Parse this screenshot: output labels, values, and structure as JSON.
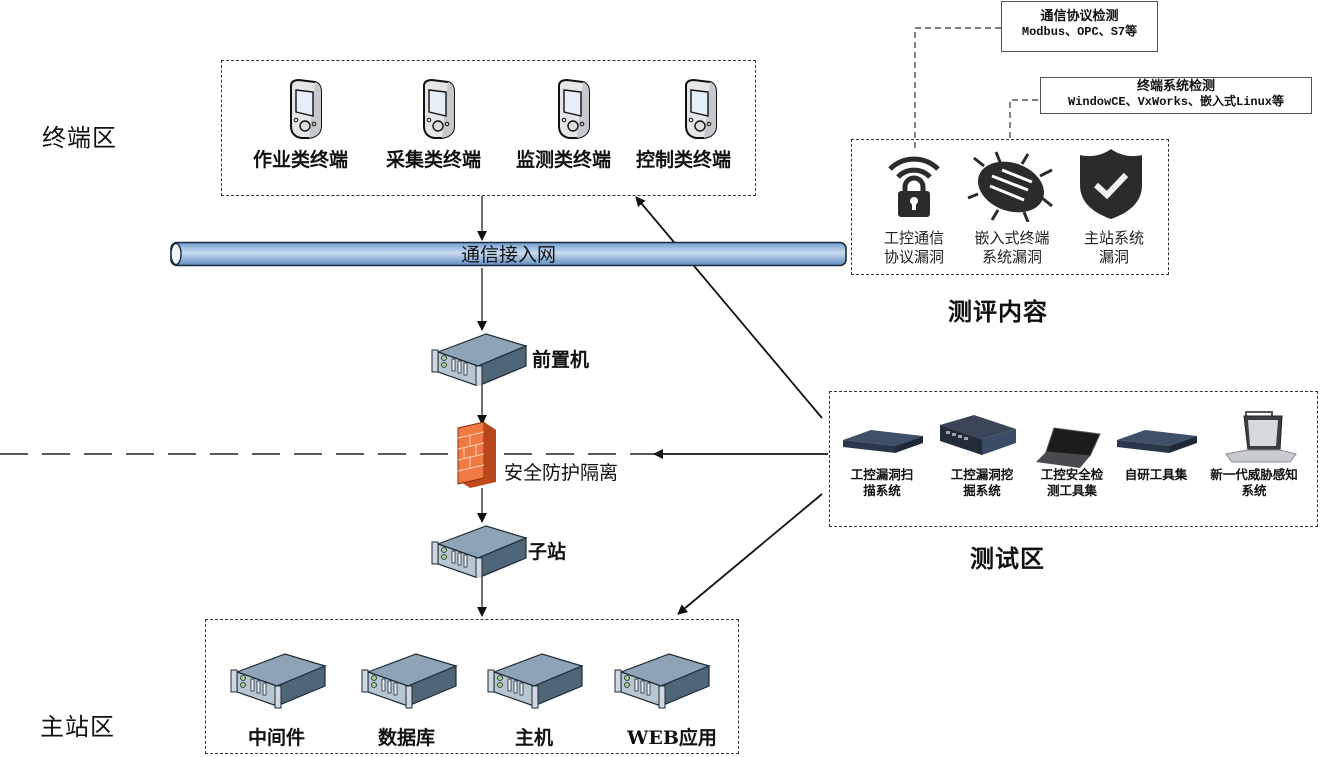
{
  "zones": {
    "terminal": "终端区",
    "master": "主站区",
    "eval": "测评内容",
    "test": "测试区"
  },
  "terminals": [
    {
      "label": "作业类终端",
      "icon": "handheld-terminal-icon"
    },
    {
      "label": "采集类终端",
      "icon": "handheld-terminal-icon"
    },
    {
      "label": "监测类终端",
      "icon": "handheld-terminal-icon"
    },
    {
      "label": "控制类终端",
      "icon": "handheld-terminal-icon"
    }
  ],
  "network": {
    "label": "通信接入网"
  },
  "chain": {
    "front": "前置机",
    "firewall": "安全防护隔离",
    "substation": "子站"
  },
  "master_servers": [
    {
      "label": "中间件"
    },
    {
      "label": "数据库"
    },
    {
      "label": "主机"
    },
    {
      "label": "WEB应用"
    }
  ],
  "eval_items": [
    {
      "line1": "工控通信",
      "line2": "协议漏洞",
      "icon": "wifi-lock-icon"
    },
    {
      "line1": "嵌入式终端",
      "line2": "系统漏洞",
      "icon": "bug-icon"
    },
    {
      "line1": "主站系统",
      "line2": "漏洞",
      "icon": "shield-check-icon"
    }
  ],
  "callouts": [
    {
      "title": "通信协议检测",
      "subtitle": "Modbus、OPC、S7等"
    },
    {
      "title": "终端系统检测",
      "subtitle": "WindowCE、VxWorks、嵌入式Linux等"
    }
  ],
  "tools": [
    {
      "line1": "工控漏洞扫",
      "line2": "描系统",
      "icon": "rack-appliance-icon"
    },
    {
      "line1": "工控漏洞挖",
      "line2": "掘系统",
      "icon": "desktop-appliance-icon"
    },
    {
      "line1": "工控安全检",
      "line2": "测工具集",
      "icon": "laptop-icon"
    },
    {
      "line1": "自研工具集",
      "line2": "",
      "icon": "rack-appliance-icon"
    },
    {
      "line1": "新一代威胁感知",
      "line2": "系统",
      "icon": "rugged-laptop-icon"
    }
  ],
  "colors": {
    "pipe": "#8fb4dc",
    "firewall": "#e8703a",
    "server": "#5a7186"
  }
}
